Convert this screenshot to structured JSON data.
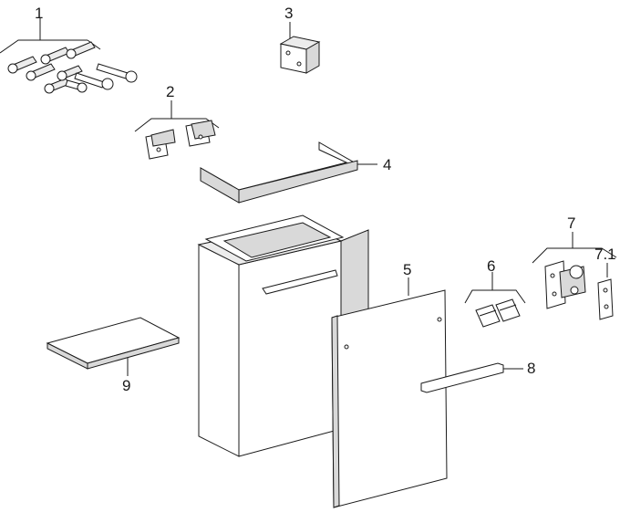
{
  "callouts": {
    "c1": "1",
    "c2": "2",
    "c3": "3",
    "c4": "4",
    "c5": "5",
    "c6": "6",
    "c7": "7",
    "c7_1": "7.1",
    "c8": "8",
    "c9": "9"
  }
}
